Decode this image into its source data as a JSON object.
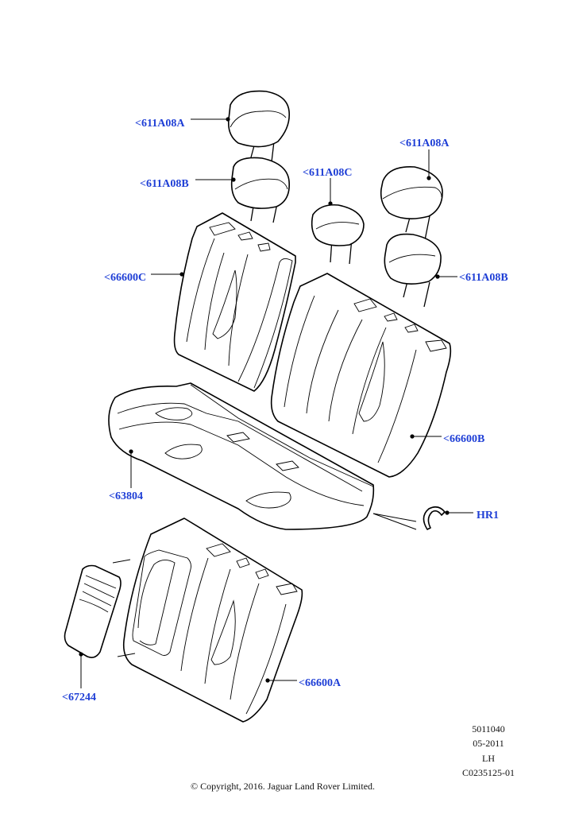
{
  "callouts": {
    "hr_top_left": "<611A08A",
    "hr_low_left": "<611A08B",
    "hr_centre": "<611A08C",
    "hr_top_right": "<611A08A",
    "hr_low_right": "<611A08B",
    "back_left": "<66600C",
    "back_right": "<66600B",
    "cushion": "<63804",
    "ring": "HR1",
    "armrest": "<67244",
    "back_assembly": "<66600A"
  },
  "info_block": {
    "line1": "5011040",
    "line2": "05-2011",
    "line3": "LH",
    "line4": "C0235125-01"
  },
  "copyright": "© Copyright, 2016. Jaguar Land Rover Limited.",
  "colors": {
    "callout_text": "#1f3fd6",
    "line_art": "#000000",
    "background": "#ffffff"
  }
}
